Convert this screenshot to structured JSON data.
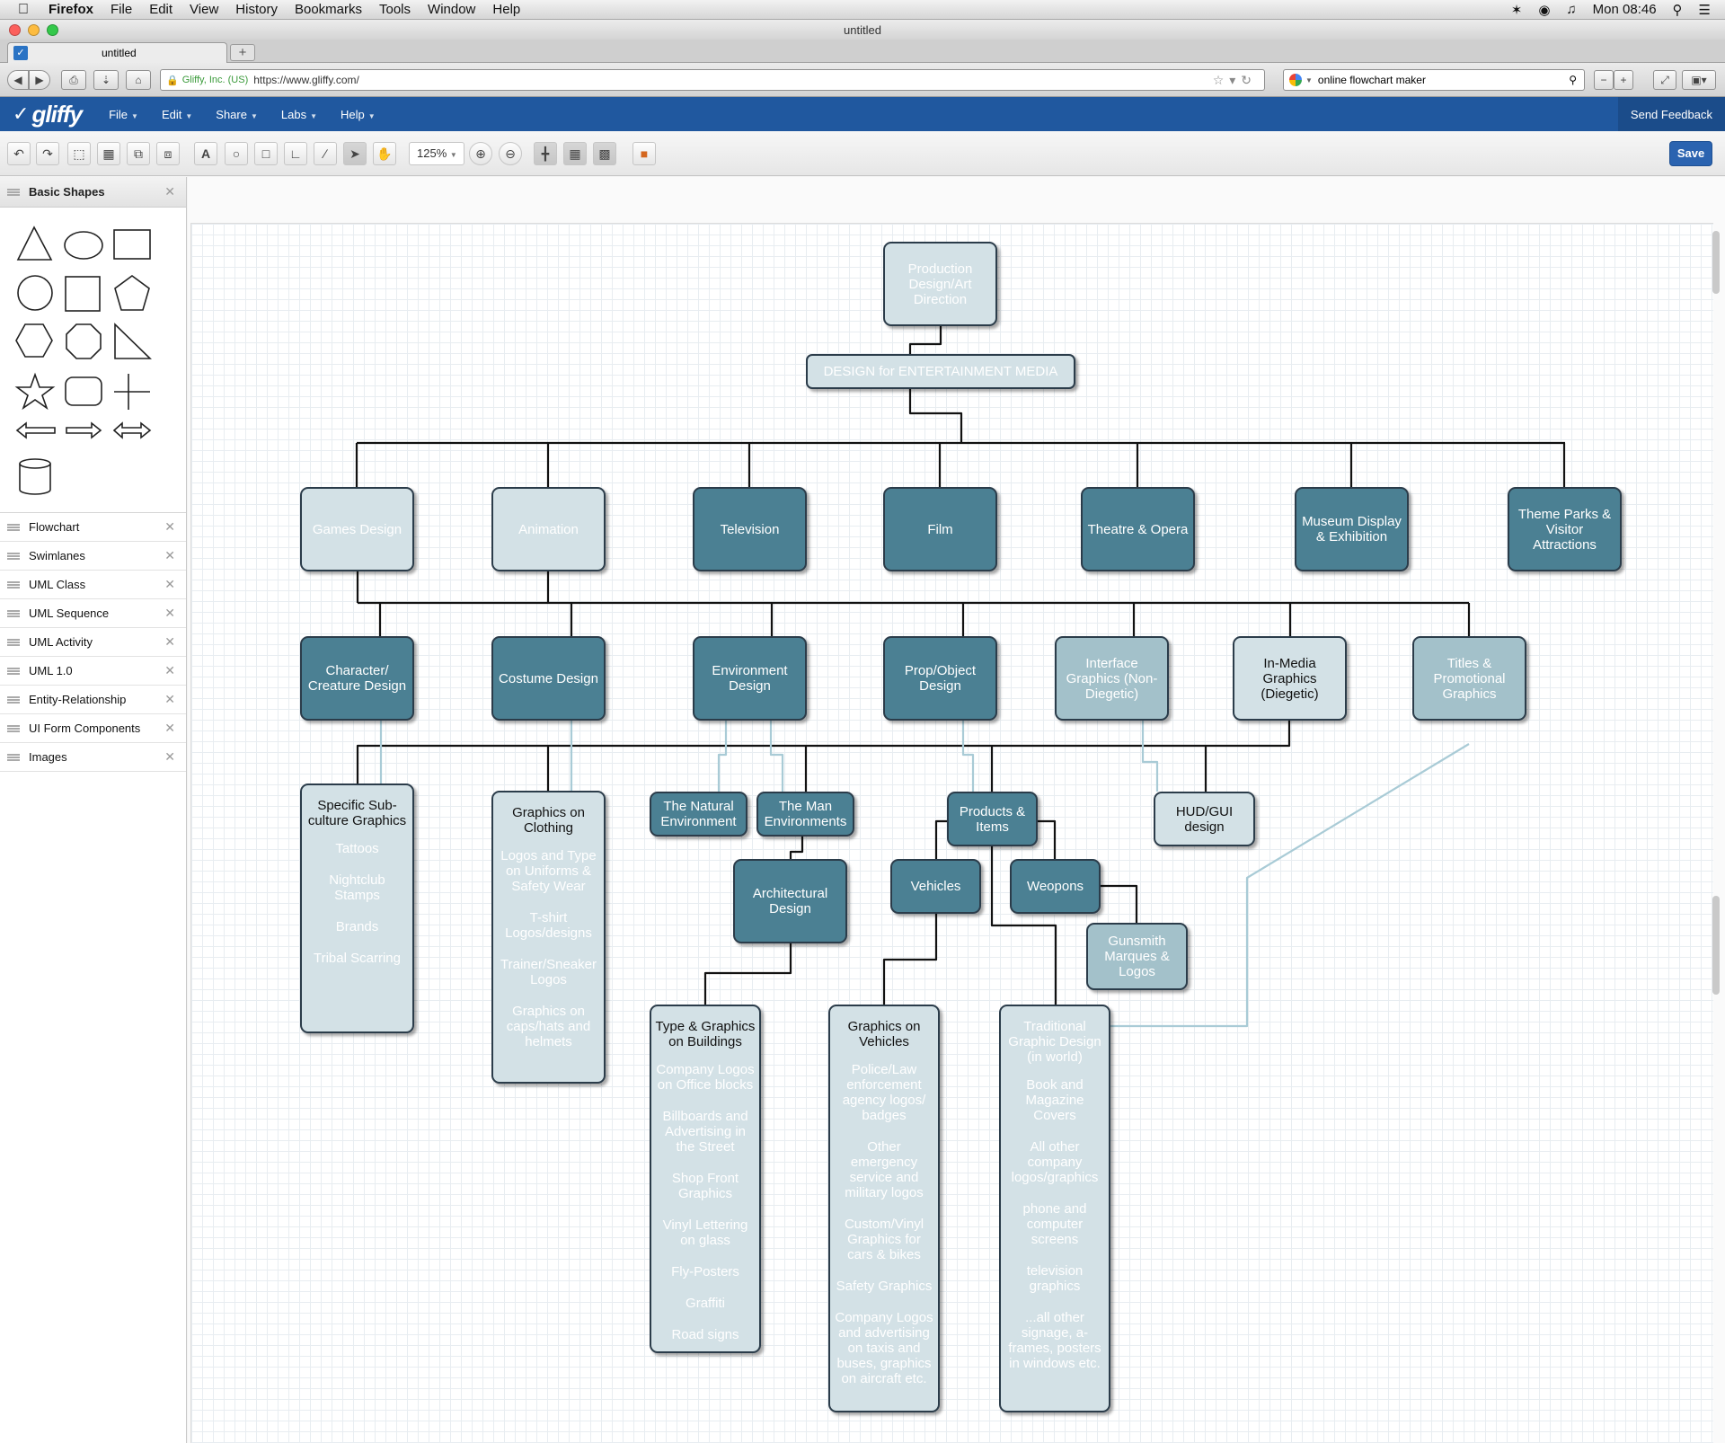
{
  "os_menubar": {
    "app": "Firefox",
    "menus": [
      "File",
      "Edit",
      "View",
      "History",
      "Bookmarks",
      "Tools",
      "Window",
      "Help"
    ],
    "clock": "Mon 08:46"
  },
  "window": {
    "title": "untitled"
  },
  "tabs": [
    {
      "label": "untitled"
    }
  ],
  "navbar": {
    "identity": "Gliffy, Inc. (US)",
    "url": "https://www.gliffy.com/",
    "search_value": "online flowchart maker"
  },
  "app_header": {
    "logo": "gliffy",
    "menus": [
      {
        "id": "file",
        "label": "File"
      },
      {
        "id": "edit",
        "label": "Edit"
      },
      {
        "id": "share",
        "label": "Share"
      },
      {
        "id": "labs",
        "label": "Labs"
      },
      {
        "id": "help",
        "label": "Help"
      }
    ],
    "feedback": "Send Feedback"
  },
  "toolbar": {
    "zoom": "125%",
    "save": "Save",
    "icons": [
      "undo-icon",
      "redo-icon",
      "select-region-icon",
      "resize-icon",
      "group-icon",
      "ungroup-icon",
      "text-tool-icon",
      "ellipse-tool-icon",
      "rectangle-tool-icon",
      "connector-tool-icon",
      "line-tool-icon",
      "pointer-tool-icon",
      "hand-tool-icon",
      "zoom-in-icon",
      "zoom-out-icon",
      "snap-icon",
      "grid-icon",
      "layers-icon",
      "theme-icon"
    ]
  },
  "sidebar": {
    "open_library": "Basic Shapes",
    "libraries": [
      "Flowchart",
      "Swimlanes",
      "UML Class",
      "UML Sequence",
      "UML Activity",
      "UML 1.0",
      "Entity-Relationship",
      "UI Form Components",
      "Images"
    ]
  },
  "colors": {
    "header": "#20589f",
    "node_dark": "#4b8093",
    "node_light": "#d3e1e6",
    "node_mid": "#a3c1ca",
    "connector": "#111111",
    "connector_light": "#a9cbd6"
  },
  "diagram": {
    "nodes": [
      {
        "id": "prod",
        "title": "Production Design/Art Direction"
      },
      {
        "id": "root",
        "title": "DESIGN for ENTERTAINMENT MEDIA"
      },
      {
        "id": "games",
        "title": "Games Design"
      },
      {
        "id": "anim",
        "title": "Animation"
      },
      {
        "id": "tv",
        "title": "Television"
      },
      {
        "id": "film",
        "title": "Film"
      },
      {
        "id": "theatre",
        "title": "Theatre & Opera"
      },
      {
        "id": "museum",
        "title": "Museum Display & Exhibition"
      },
      {
        "id": "theme",
        "title": "Theme Parks & Visitor Attractions"
      },
      {
        "id": "char",
        "title": "Character/ Creature Design"
      },
      {
        "id": "costume",
        "title": "Costume Design"
      },
      {
        "id": "env",
        "title": "Environment Design"
      },
      {
        "id": "prop",
        "title": "Prop/Object Design"
      },
      {
        "id": "iface",
        "title": "Interface Graphics (Non-Diegetic)"
      },
      {
        "id": "inmedia",
        "title": "In-Media Graphics (Diegetic)"
      },
      {
        "id": "titles",
        "title": "Titles & Promotional Graphics"
      },
      {
        "id": "subculture",
        "title": "Specific Sub-culture Graphics",
        "items": [
          "Tattoos",
          "Nightclub Stamps",
          "Brands",
          "Tribal Scarring"
        ]
      },
      {
        "id": "clothing",
        "title": "Graphics on Clothing",
        "items": [
          "Logos and Type on Uniforms & Safety Wear",
          "T-shirt Logos/designs",
          "Trainer/Sneaker Logos",
          "Graphics on caps/hats and helmets"
        ]
      },
      {
        "id": "natural",
        "title": "The Natural Environment"
      },
      {
        "id": "man",
        "title": "The Man Environments"
      },
      {
        "id": "arch",
        "title": "Architectural Design"
      },
      {
        "id": "products",
        "title": "Products & Items"
      },
      {
        "id": "hud",
        "title": "HUD/GUI design"
      },
      {
        "id": "vehicles",
        "title": "Vehicles"
      },
      {
        "id": "weapons",
        "title": "Weopons"
      },
      {
        "id": "gunsmith",
        "title": "Gunsmith Marques & Logos"
      },
      {
        "id": "buildings",
        "title": "Type & Graphics on Buildings",
        "items": [
          "Company Logos on Office blocks",
          "Billboards and Advertising in the Street",
          "Shop Front Graphics",
          "Vinyl Lettering on glass",
          "Fly-Posters",
          "Graffiti",
          "Road signs"
        ]
      },
      {
        "id": "onvehicles",
        "title": "Graphics on Vehicles",
        "items": [
          "Police/Law enforcement agency logos/ badges",
          "Other emergency service and military logos",
          "Custom/Vinyl Graphics for cars & bikes",
          "Safety Graphics",
          "Company Logos and advertising on taxis and buses, graphics on aircraft etc."
        ]
      },
      {
        "id": "traditional",
        "title": "Traditional Graphic Design (in world)",
        "items": [
          "Book and Magazine Covers",
          "All other company logos/graphics",
          "phone and computer screens",
          "television graphics",
          "...all other signage, a-frames, posters in windows etc."
        ]
      }
    ]
  }
}
